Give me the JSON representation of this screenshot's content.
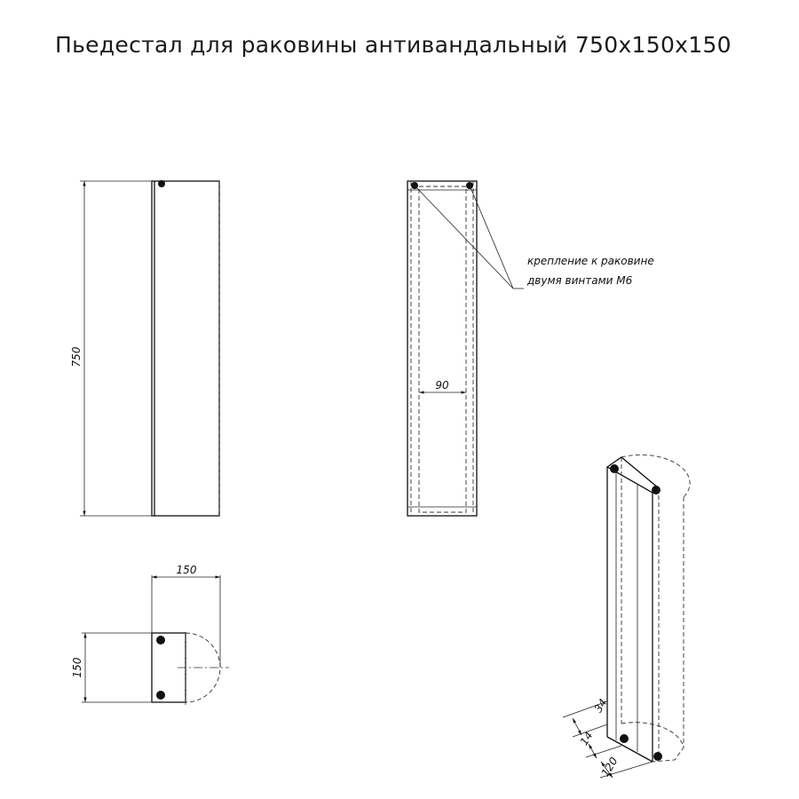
{
  "title": "Пьедестал для раковины антивандальный 750x150x150",
  "dimensions": {
    "height": "750",
    "inner_width": "90",
    "top_width": "150",
    "top_depth": "150",
    "iso_a": "34",
    "iso_b": "14",
    "iso_c": "120"
  },
  "note": {
    "line1": "крепление к раковине",
    "line2": "двумя винтами М6"
  }
}
